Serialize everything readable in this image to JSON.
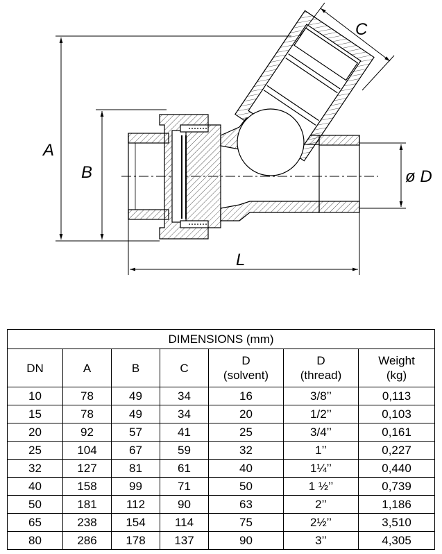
{
  "drawing": {
    "labels": {
      "a": "A",
      "b": "B",
      "c": "C",
      "d": "ø D",
      "l": "L"
    }
  },
  "table": {
    "title": "DIMENSIONS (mm)",
    "headers": [
      "DN",
      "A",
      "B",
      "C",
      "D\n(solvent)",
      "D\n(thread)",
      "Weight\n(kg)"
    ],
    "rows": [
      [
        "10",
        "78",
        "49",
        "34",
        "16",
        "3/8’’",
        "0,113"
      ],
      [
        "15",
        "78",
        "49",
        "34",
        "20",
        "1/2’’",
        "0,103"
      ],
      [
        "20",
        "92",
        "57",
        "41",
        "25",
        "3/4’’",
        "0,161"
      ],
      [
        "25",
        "104",
        "67",
        "59",
        "32",
        "1’’",
        "0,227"
      ],
      [
        "32",
        "127",
        "81",
        "61",
        "40",
        "1¼’’",
        "0,440"
      ],
      [
        "40",
        "158",
        "99",
        "71",
        "50",
        "1 ½’’",
        "0,739"
      ],
      [
        "50",
        "181",
        "112",
        "90",
        "63",
        "2’’",
        "1,186"
      ],
      [
        "65",
        "238",
        "154",
        "114",
        "75",
        "2½’’",
        "3,510"
      ],
      [
        "80",
        "286",
        "178",
        "137",
        "90",
        "3’’",
        "4,305"
      ]
    ]
  }
}
